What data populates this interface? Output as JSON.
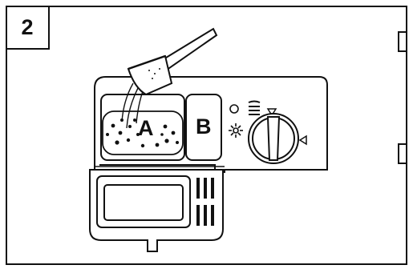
{
  "step": {
    "number": "2"
  },
  "compartments": {
    "a_label": "A",
    "b_label": "B"
  },
  "icons": {
    "scoop": "measuring-scoop-icon",
    "rinse_aid_indicator": "circle-indicator-icon",
    "regulator_symbol": "lines-symbol-icon",
    "sun_symbol": "sun-symbol-icon",
    "dial": "dosage-dial-icon",
    "arrow_top": "triangle-down-icon",
    "arrow_right": "triangle-left-icon"
  }
}
